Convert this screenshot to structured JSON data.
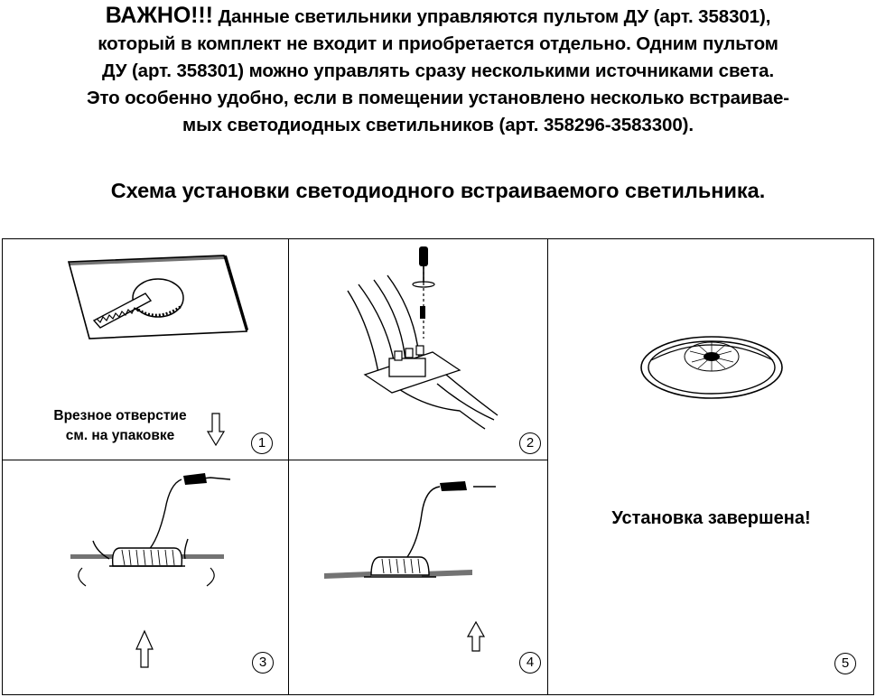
{
  "notice": {
    "lead": "ВАЖНО!!!",
    "lines": [
      " Данные светильники управляются пультом ДУ (арт. 358301),",
      "который в комплект не входит и приобретается отдельно. Одним пультом",
      "ДУ (арт. 358301) можно управлять сразу несколькими источниками света.",
      "Это особенно удобно, если в помещении установлено несколько встраивае-",
      "мых светодиодных светильников (арт. 358296-3583300)."
    ]
  },
  "title": "Схема установки светодиодного встраиваемого светильника.",
  "steps": [
    {
      "number": "1",
      "caption_line1": "Врезное отверстие",
      "caption_line2": "см. на упаковке"
    },
    {
      "number": "2"
    },
    {
      "number": "3"
    },
    {
      "number": "4"
    },
    {
      "number": "5",
      "caption": "Установка завершена!"
    }
  ]
}
